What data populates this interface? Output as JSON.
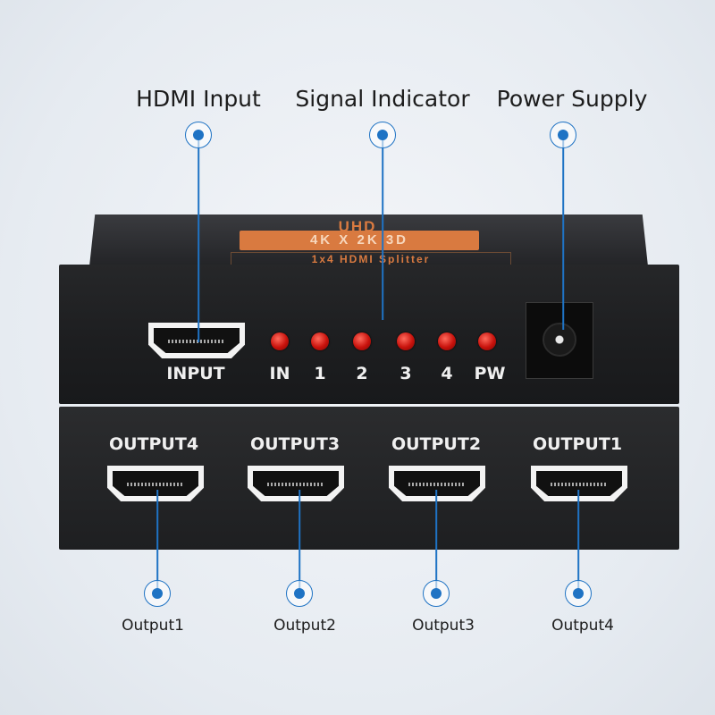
{
  "callouts": {
    "hdmi_input": "HDMI Input",
    "signal_indicator": "Signal Indicator",
    "power_supply": "Power Supply"
  },
  "device": {
    "badge_top": "UHD",
    "badge_main": "4K X 2K 3D",
    "subtitle": "1x4 HDMI Splitter",
    "input_label": "INPUT",
    "leds": [
      "IN",
      "1",
      "2",
      "3",
      "4",
      "PW"
    ],
    "outputs": [
      "OUTPUT4",
      "OUTPUT3",
      "OUTPUT2",
      "OUTPUT1"
    ]
  },
  "bottom_labels": [
    "Output1",
    "Output2",
    "Output3",
    "Output4"
  ],
  "colors": {
    "accent": "#1f73c4",
    "badge": "#d97a40",
    "led": "#c8120c"
  }
}
